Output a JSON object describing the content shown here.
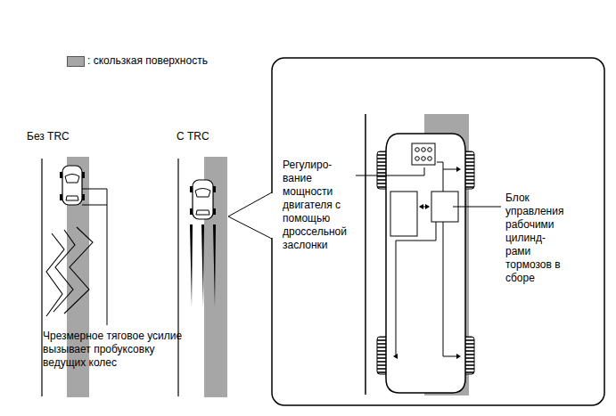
{
  "diagram": {
    "labels": [
      "Без TRC",
      "С TRC",
      "Чрезмерное тяговое усилие вызывает пробуксовку ведущих колес",
      "Регулиро- вание мощности двигателя с помощью дроссельной заслонки",
      "Блок управления рабочими цилинд- рами тормозов в сборе"
    ],
    "legend": [
      {
        "text": ": скользкая поверхность",
        "color": "#a6a6a6"
      }
    ]
  }
}
